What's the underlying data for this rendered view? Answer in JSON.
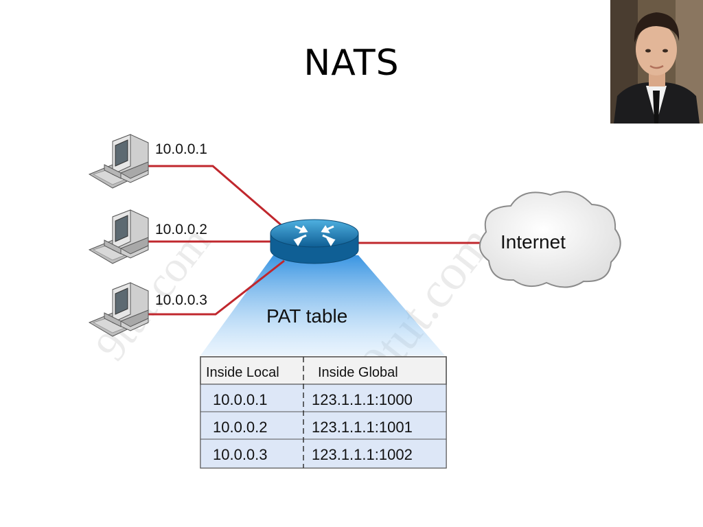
{
  "slide": {
    "title": "NATS"
  },
  "diagram": {
    "hosts": [
      {
        "ip": "10.0.0.1",
        "icon": "desktop-computer-icon"
      },
      {
        "ip": "10.0.0.2",
        "icon": "desktop-computer-icon"
      },
      {
        "ip": "10.0.0.3",
        "icon": "desktop-computer-icon"
      }
    ],
    "router_icon": "router-icon",
    "cloud": {
      "label": "Internet",
      "icon": "cloud-icon"
    },
    "pat_table": {
      "title": "PAT table",
      "headers": [
        "Inside Local",
        "Inside Global"
      ],
      "rows": [
        [
          "10.0.0.1",
          "123.1.1.1:1000"
        ],
        [
          "10.0.0.2",
          "123.1.1.1:1001"
        ],
        [
          "10.0.0.3",
          "123.1.1.1:1002"
        ]
      ]
    },
    "watermark": "9tut.com",
    "colors": {
      "link": "#c0272d",
      "router": "#1b7fb8",
      "beam": "#2f8fe0"
    }
  }
}
